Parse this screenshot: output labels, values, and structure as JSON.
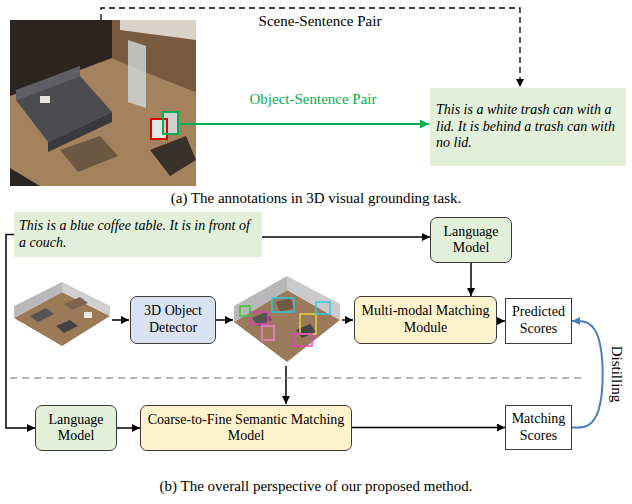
{
  "diagram": {
    "nodes": [
      {
        "text": [
          "This is a white trash can with a lid. It is behind a trash can with no lid."
        ]
      },
      {
        "text": [
          "This is a blue coffee table. It is in front of a couch."
        ]
      },
      {
        "text": [
          "Language Model"
        ]
      },
      {
        "text": [
          "3D Object Detector"
        ]
      },
      {
        "text": [
          "Multi-modal Matching Module"
        ]
      },
      {
        "text": [
          "Predicted Scores"
        ]
      },
      {
        "text": [
          "Language Model"
        ]
      },
      {
        "text": [
          "Coarse-to-Fine Semantic Matching Model"
        ]
      },
      {
        "text": [
          "Matching Scores"
        ]
      }
    ],
    "edges": [
      {
        "from": 1,
        "to": 2,
        "arrow": "to"
      },
      {
        "from": 1,
        "to": 6,
        "arrow": "to"
      },
      {
        "from": 2,
        "to": 4,
        "arrow": "to"
      },
      {
        "from": 4,
        "to": 5,
        "arrow": "to"
      },
      {
        "from": 6,
        "to": 7,
        "arrow": "to"
      },
      {
        "from": 7,
        "to": 8,
        "arrow": "to"
      },
      {
        "from": 8,
        "to": 5,
        "label": "Distilling",
        "arrow": "to"
      }
    ],
    "labels": [
      "Scene-Sentence Pair",
      "Object-Sentence Pair",
      "(a) The annotations in 3D visual grounding task.",
      "(b) The overall perspective of our proposed method."
    ]
  }
}
